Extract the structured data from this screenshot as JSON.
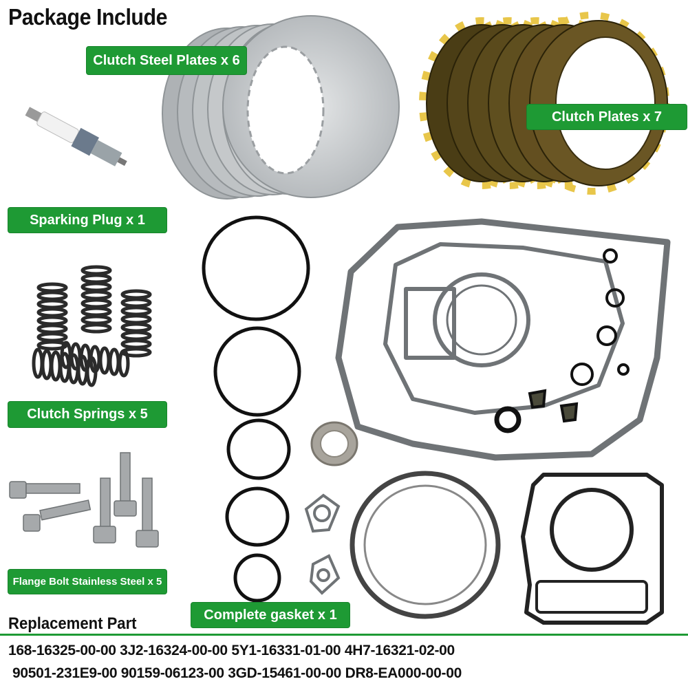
{
  "heading": "Package Include",
  "items": {
    "steel_plates": "Clutch Steel Plates x 6",
    "clutch_plates": "Clutch Plates x 7",
    "spark_plug": "Sparking Plug x 1",
    "springs": "Clutch Springs x 5",
    "bolts": "Flange Bolt Stainless Steel x 5",
    "gasket": "Complete gasket x 1"
  },
  "replacement": {
    "title": "Replacement Part",
    "line1": "168-16325-00-00 3J2-16324-00-00 5Y1-16331-01-00 4H7-16321-02-00",
    "line2": "90501-231E9-00 90159-06123-00 3GD-15461-00-00 DR8-EA000-00-00"
  },
  "colors": {
    "badge": "#1e9a34",
    "friction": "#5a4a1c",
    "tab": "#e8c64a",
    "steel": "#c9ccce",
    "gasket": "#6f7376"
  }
}
